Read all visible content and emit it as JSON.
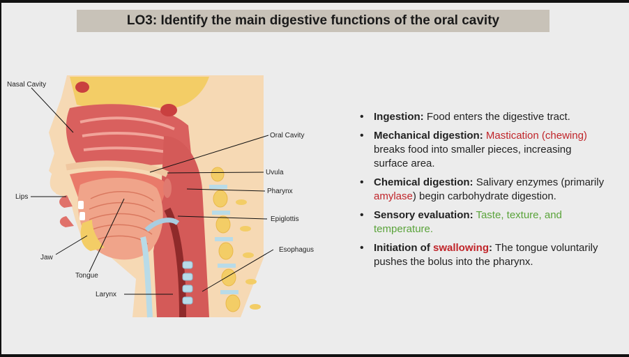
{
  "title": "LO3: Identify the main digestive functions of the oral cavity",
  "labels": {
    "nasal_cavity": "Nasal Cavity",
    "oral_cavity": "Oral Cavity",
    "uvula": "Uvula",
    "pharynx": "Pharynx",
    "lips": "Lips",
    "epiglottis": "Epiglottis",
    "esophagus": "Esophagus",
    "jaw": "Jaw",
    "tongue": "Tongue",
    "larynx": "Larynx"
  },
  "bullets": [
    {
      "term": "Ingestion",
      "sep": ":",
      "parts": [
        {
          "text": " Food enters the digestive tract.",
          "color": "normal"
        }
      ]
    },
    {
      "term": "Mechanical digestion",
      "sep": ":",
      "parts": [
        {
          "text": " ",
          "color": "normal"
        },
        {
          "text": "Mastication (chewing)",
          "color": "red"
        },
        {
          "text": " breaks food into smaller pieces, increasing surface area.",
          "color": "normal"
        }
      ]
    },
    {
      "term": "Chemical digestion",
      "sep": ":",
      "parts": [
        {
          "text": " Salivary enzymes (primarily ",
          "color": "normal"
        },
        {
          "text": "amylase",
          "color": "red"
        },
        {
          "text": ") begin carbohydrate digestion.",
          "color": "normal"
        }
      ]
    },
    {
      "term": "Sensory evaluation",
      "sep": ":",
      "parts": [
        {
          "text": " ",
          "color": "normal"
        },
        {
          "text": "Taste, texture, and temperature.",
          "color": "green"
        }
      ]
    },
    {
      "term": "Initiation of ",
      "sep": "",
      "parts": [
        {
          "text": "swallowing",
          "color": "red-bold"
        },
        {
          "text": ":",
          "color": "bold"
        },
        {
          "text": " The tongue voluntarily pushes the bolus into the pharynx.",
          "color": "normal"
        }
      ]
    }
  ],
  "colors": {
    "red": "#c0252a",
    "green": "#5aa33a",
    "title_bg": "#c8c2b8"
  }
}
